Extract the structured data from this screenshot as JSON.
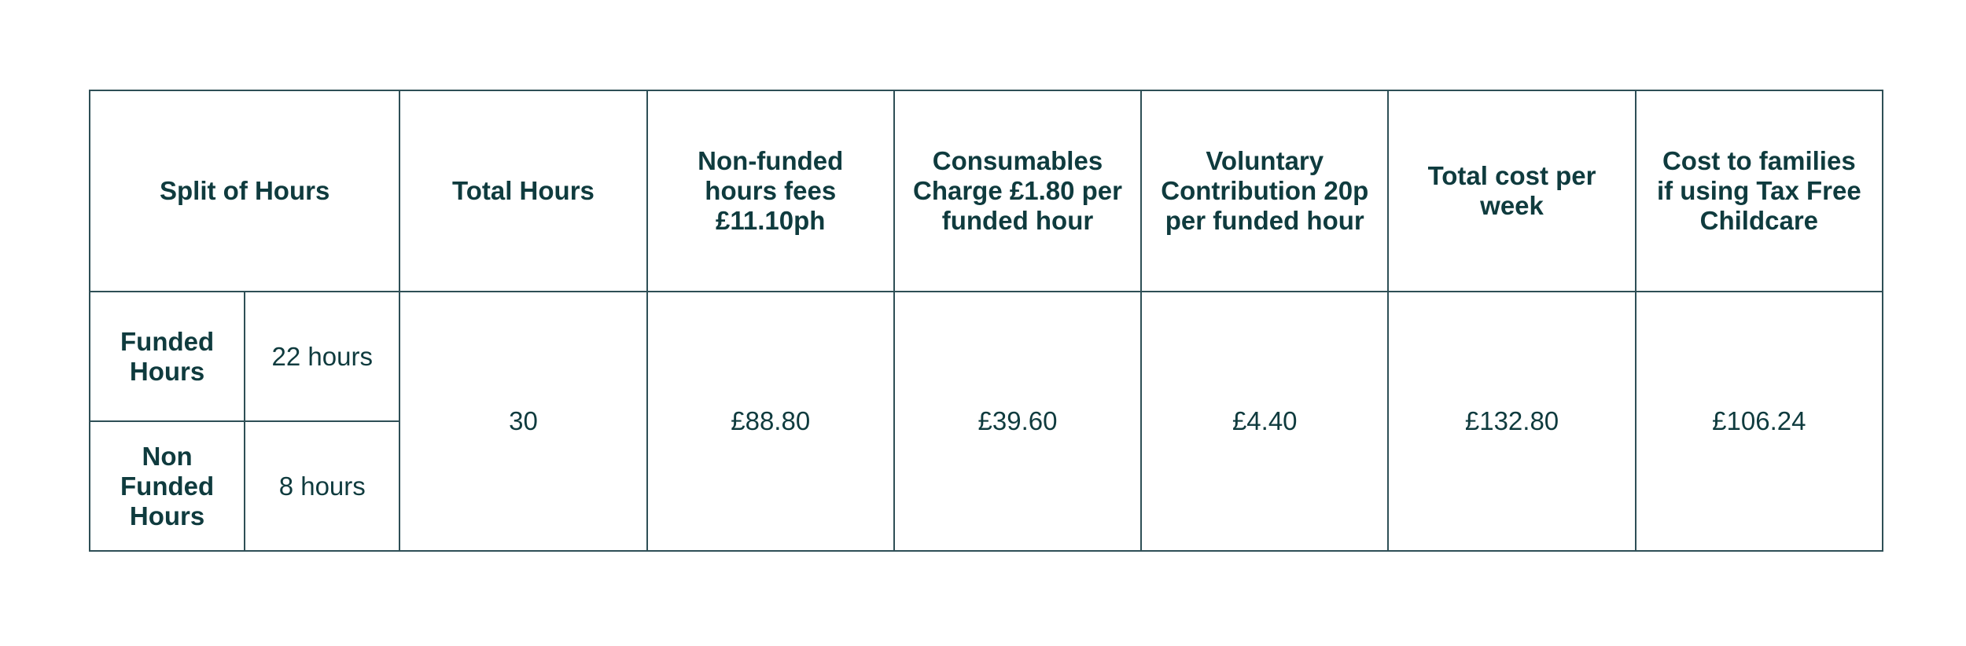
{
  "table": {
    "headers": {
      "split_of_hours": "Split of Hours",
      "total_hours": "Total Hours",
      "non_funded_fees": "Non-funded hours fees £11.10ph",
      "consumables": "Consumables Charge £1.80 per funded hour",
      "voluntary": "Voluntary Contribution 20p per funded hour",
      "total_cost": "Total cost per week",
      "tax_free": "Cost to families if using Tax Free Childcare"
    },
    "split": {
      "funded_label": "Funded Hours",
      "funded_value": "22 hours",
      "non_funded_label": "Non Funded Hours",
      "non_funded_value": "8 hours"
    },
    "values": {
      "total_hours": "30",
      "non_funded_fees": "£88.80",
      "consumables": "£39.60",
      "voluntary": "£4.40",
      "total_cost": "£132.80",
      "tax_free": "£106.24"
    }
  }
}
